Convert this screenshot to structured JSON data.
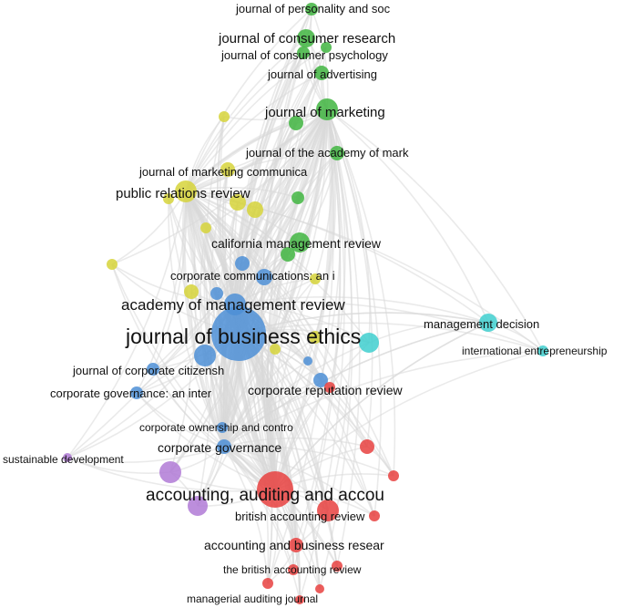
{
  "clusters": {
    "red": "#e8413f",
    "green": "#41b541",
    "blue": "#4e8fd6",
    "yellow": "#d6d33a",
    "purple": "#b07ad6",
    "cyan": "#3fcfcf"
  },
  "edge_color": "#d9d9d9",
  "labels": {
    "personality": "journal of personality and soc",
    "consumer_research": "journal of consumer research",
    "consumer_psychology": "journal of consumer psychology",
    "advertising": "journal of advertising",
    "marketing": "journal of marketing",
    "academy_marketing": "journal of the academy of mark",
    "marketing_communica": "journal of marketing communica",
    "public_relations": "public relations review",
    "california": "california management review",
    "corp_comm": "corporate communications: an i",
    "amr": "academy of management review",
    "jbe": "journal of business ethics",
    "mgmt_decision": "management decision",
    "intl_entre": "international entrepreneurship",
    "corp_citizen": "journal of corporate citizensh",
    "corp_gov_inter": "corporate governance: an inter",
    "corp_reputation": "corporate reputation review",
    "corp_ownership": "corporate ownership and contro",
    "corp_gov": "corporate governance",
    "sustainable": "sustainable development",
    "aaa": "accounting, auditing and accou",
    "bar": "british accounting review",
    "abr": "accounting and business resear",
    "tbar": "the british accounting review",
    "maj": "managerial auditing journal"
  }
}
